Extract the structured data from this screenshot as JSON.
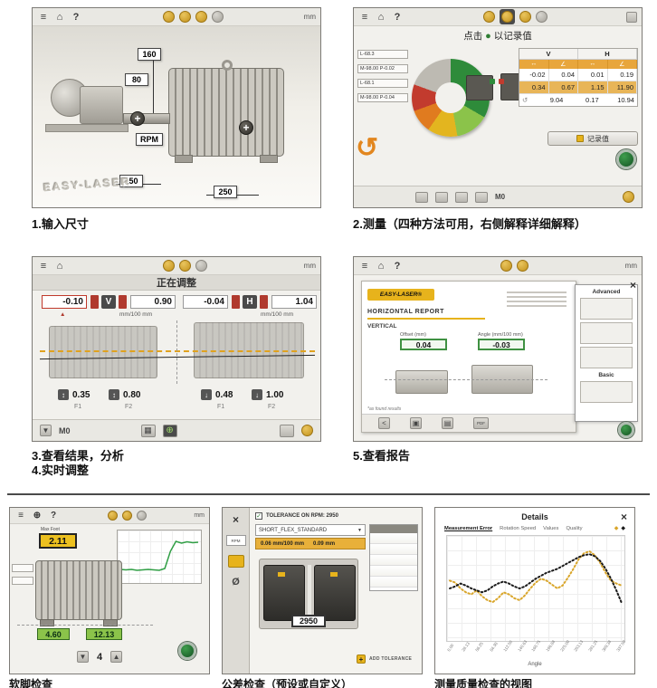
{
  "captions": {
    "step1": "1.输入尺寸",
    "step2": "2.测量（四种方法可用，右侧解释详细解释）",
    "step3": "3.查看结果，分析",
    "step4": "4.实时调整",
    "step5": "5.查看报告",
    "softfoot": "软脚检查",
    "tolerance": "公差检查（预设或自定义）",
    "quality": "测量质量检查的视图"
  },
  "icons": {
    "menu": "≡",
    "home": "⌂",
    "help": "?",
    "close": "×",
    "record_dot": "●",
    "back_arrow": "↺",
    "down": "▼",
    "up": "▲",
    "plus": "+",
    "target": "⊕",
    "check": "✓",
    "diamond_yellow": "◆",
    "diamond_black": "◆",
    "arrow_ud": "↕",
    "arrow_d": "↓",
    "offset": "↔",
    "angle": "∠",
    "share": "<",
    "save": "▣",
    "print": "▤",
    "pdf": "PDF",
    "sweep": "↺",
    "grid": "▦"
  },
  "panel1": {
    "unit": "mm",
    "logo": "EASY-LASER",
    "dim_160": "160",
    "dim_80": "80",
    "rpm": "RPM",
    "dim_150": "150",
    "dim_250": "250"
  },
  "panel2": {
    "instruction_click": "点击",
    "instruction_rest": "以记录值",
    "pos1": "L-68.3",
    "pos2": "M-98.00 P-0.02",
    "pos3": "L-68.1",
    "pos4": "M-98.00 P-0.04",
    "col_v": "V",
    "col_h": "H",
    "row1": [
      "-0.02",
      "0.04",
      "0.01",
      "0.19"
    ],
    "row2": [
      "0.34",
      "0.67",
      "1.15",
      "11.90"
    ],
    "row3": [
      "9.04",
      "0.17",
      "10.94"
    ],
    "record_btn": "记录值",
    "m0": "M0"
  },
  "panel3": {
    "unit": "mm",
    "title": "正在调整",
    "v_offset": "-0.10",
    "v": "V",
    "v_angle": "0.90",
    "h_offset": "-0.04",
    "h": "H",
    "h_angle": "1.04",
    "unit_angle": "mm/100 mm",
    "foot_values": [
      "0.35",
      "0.80",
      "0.48",
      "1.00"
    ],
    "f_labels": [
      "F1",
      "F2",
      "F1",
      "F2"
    ],
    "m0": "M0"
  },
  "panel4": {
    "unit": "mm",
    "logo": "EASY-LASER®",
    "report_title": "HORIZONTAL REPORT",
    "section": "VERTICAL",
    "offset_label": "Offset (mm)",
    "offset_value": "0.04",
    "angle_label": "Angle (mm/100 mm)",
    "angle_value": "-0.03",
    "footnote": "*as found results",
    "advanced": "Advanced",
    "basic": "Basic"
  },
  "panel5": {
    "max_foot_label": "Max Foot",
    "max_foot_value": "2.11",
    "foot_left": "4.60",
    "foot_right": "12.13",
    "counter": "4",
    "unit": "mm",
    "chart": {
      "series": [
        {
          "name": "soft-foot-trace",
          "color": "#2f9e44",
          "width": 1.5,
          "values": [
            22,
            21,
            22,
            20,
            21,
            22,
            21,
            20,
            24,
            62,
            84,
            80,
            83,
            81,
            82
          ]
        }
      ]
    }
  },
  "panel6": {
    "tolerance_on": "TOLERANCE ON RPM: 2950",
    "preset_name": "SHORT_FLEX_STANDARD",
    "sel_offset": "0.06 mm/100 mm",
    "sel_angle": "0.09 mm",
    "rpm_value": "2950",
    "rpm_chip": "RPM",
    "diameter": "Ø",
    "add_tolerance": "ADD TOLERANCE"
  },
  "panel7": {
    "title": "Details",
    "tabs": [
      "Measurement Error",
      "Rotation Speed",
      "Values",
      "Quality"
    ],
    "xlabel": "Angle"
  },
  "chart_data": {
    "type": "line",
    "title": "Details",
    "xlabel": "Angle",
    "x_ticks": [
      "0.00",
      "28.13",
      "56.25",
      "84.38",
      "112.50",
      "140.63",
      "168.75",
      "196.88",
      "225.00",
      "253.13",
      "281.25",
      "309.38",
      "337.50"
    ],
    "ylim": [
      0,
      100
    ],
    "legend_position": "top-right",
    "grid": true,
    "series": [
      {
        "name": "Measurement Error",
        "color": "#d9a62b",
        "dotted": true,
        "width": 2,
        "values": [
          58,
          56,
          50,
          46,
          44,
          48,
          42,
          38,
          36,
          40,
          46,
          44,
          40,
          38,
          43,
          50,
          56,
          60,
          58,
          54,
          50,
          53,
          61,
          70,
          80,
          86,
          88,
          84,
          76,
          66,
          58,
          55,
          53
        ]
      },
      {
        "name": "Rotation Speed",
        "color": "#1a1a1a",
        "dotted": true,
        "width": 2,
        "values": [
          50,
          52,
          55,
          53,
          50,
          48,
          46,
          48,
          52,
          55,
          57,
          55,
          52,
          50,
          52,
          56,
          60,
          63,
          66,
          68,
          70,
          73,
          76,
          79,
          82,
          84,
          85,
          83,
          78,
          70,
          60,
          48,
          35
        ]
      }
    ]
  }
}
